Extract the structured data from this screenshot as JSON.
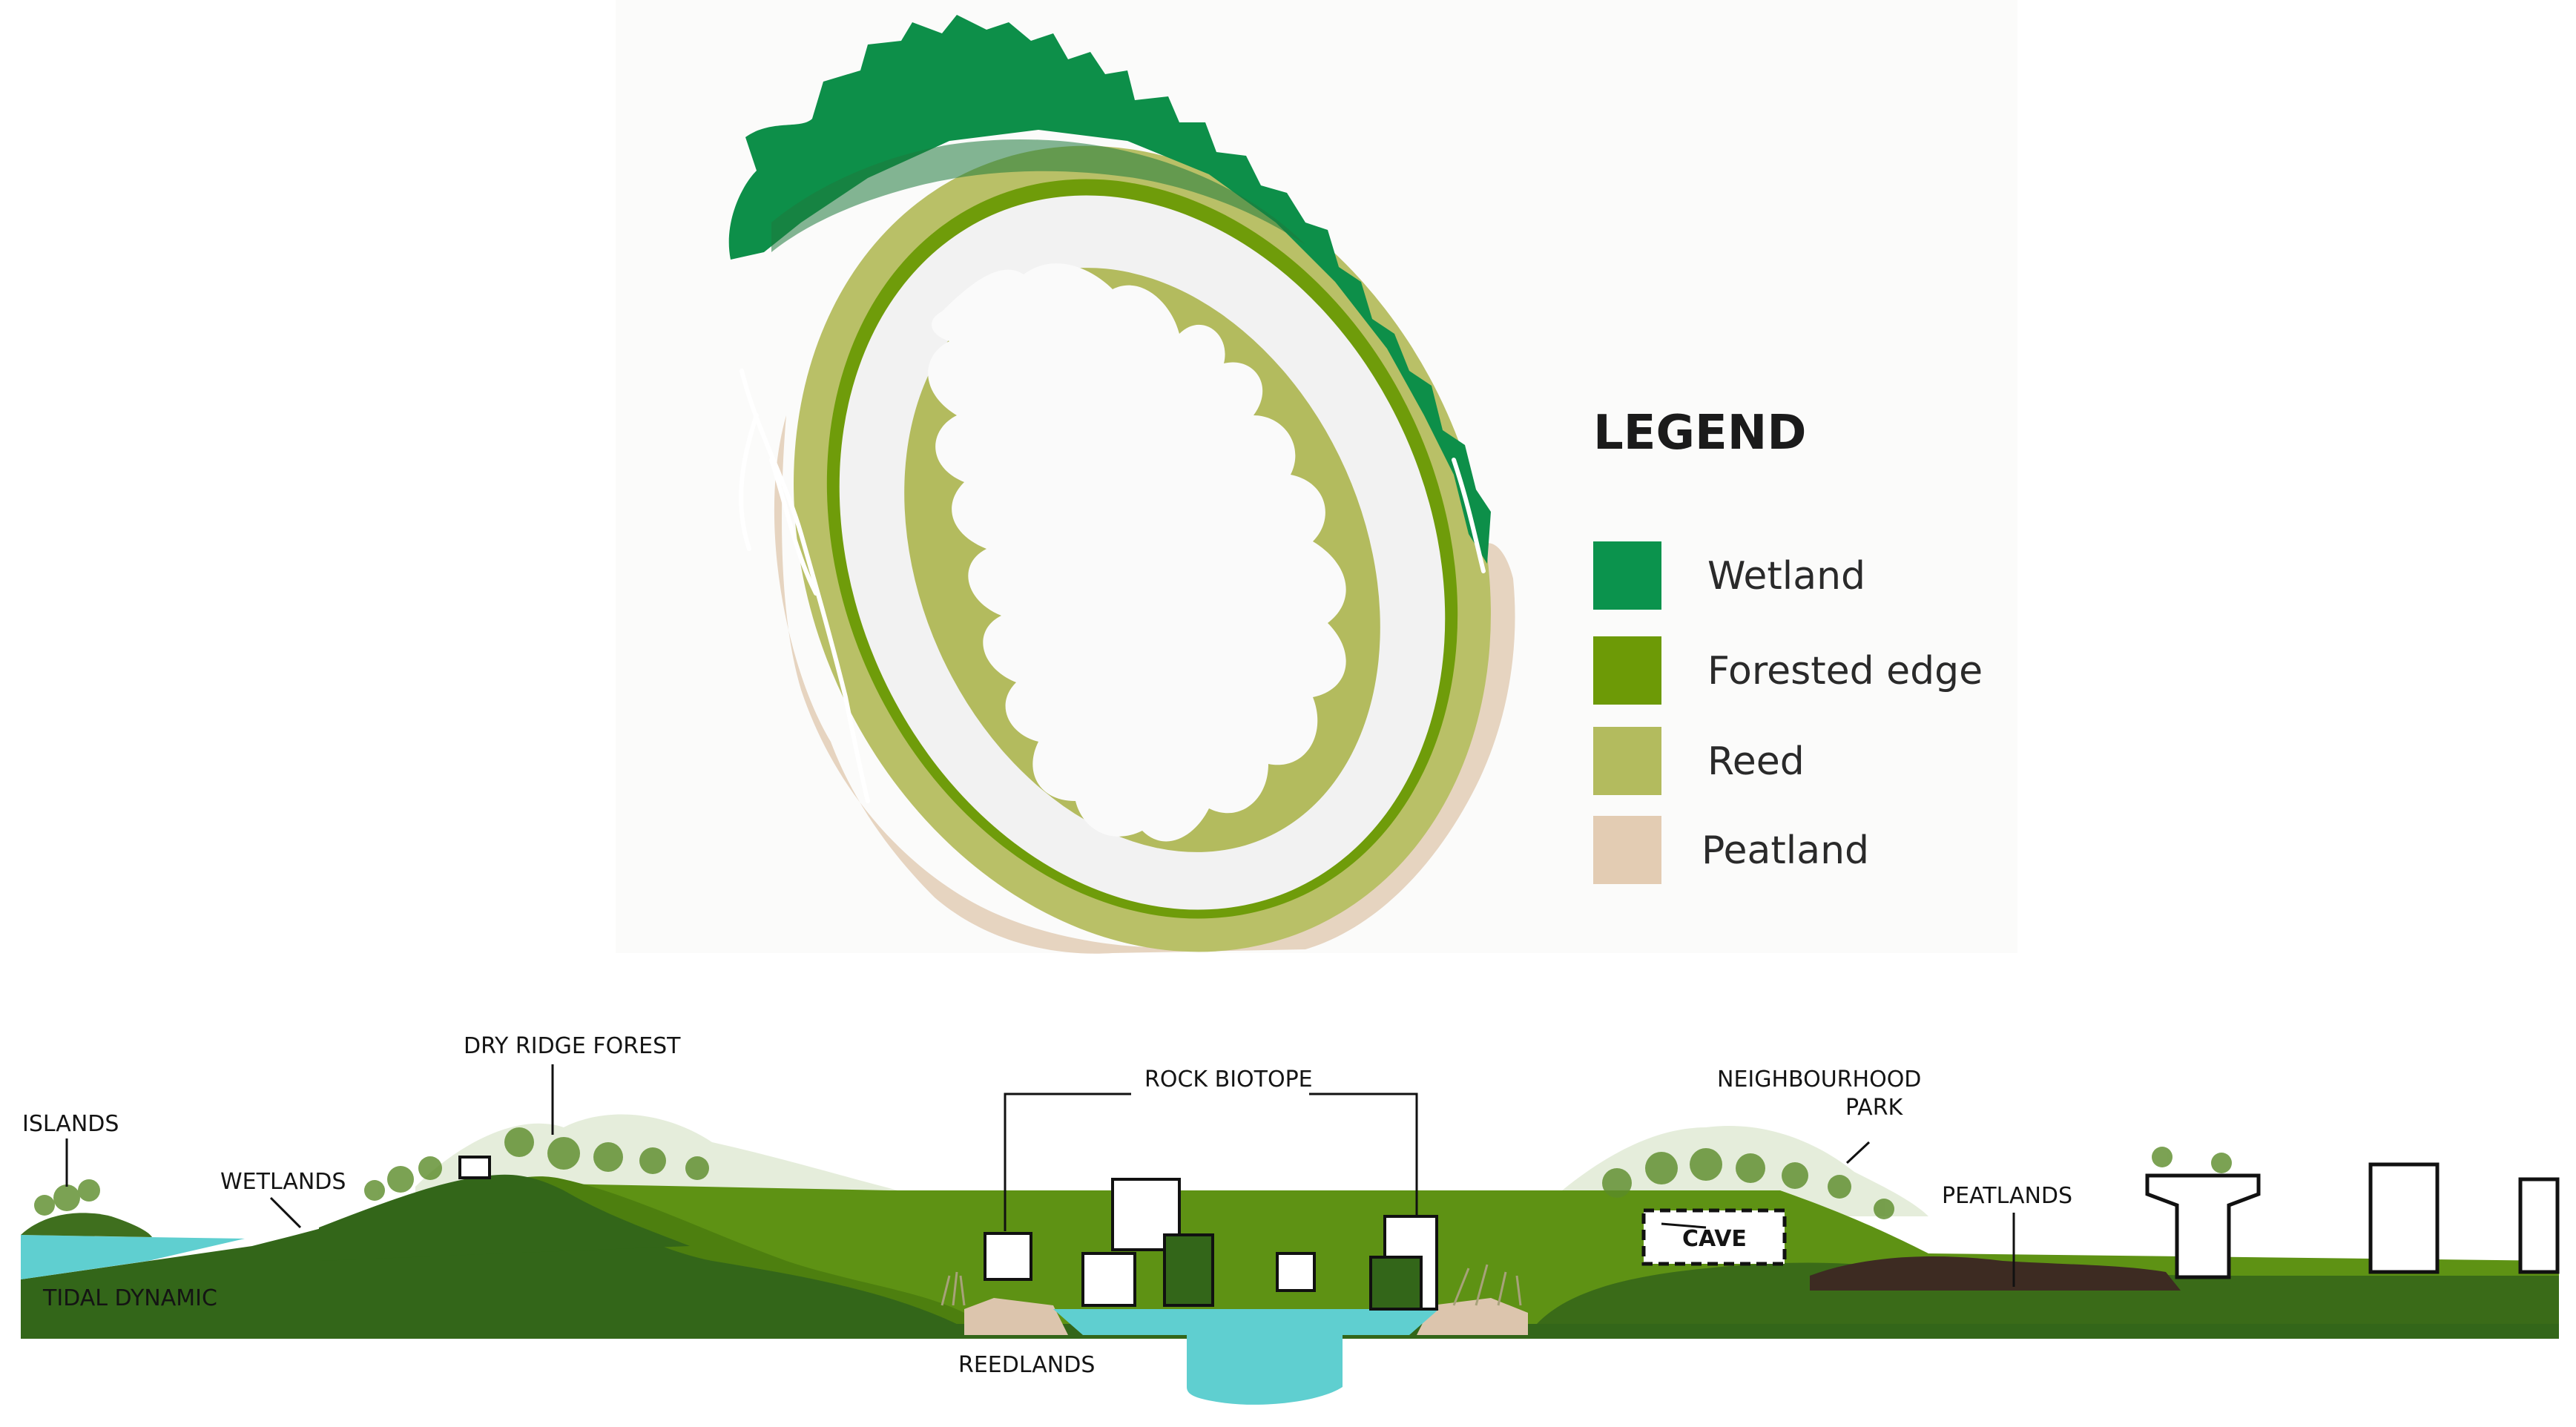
{
  "legend": {
    "title": "LEGEND",
    "items": [
      {
        "label": "Wetland",
        "color": "#0b934d"
      },
      {
        "label": "Forested edge",
        "color": "#6d9a06"
      },
      {
        "label": "Reed",
        "color": "#b3bb5e"
      },
      {
        "label": "Peatland",
        "color": "#e3ccb3"
      }
    ]
  },
  "section": {
    "labels": {
      "islands": "ISLANDS",
      "wetlands": "WETLANDS",
      "tidal_dynamic": "TIDAL DYNAMIC",
      "dry_ridge_forest": "DRY RIDGE FOREST",
      "rock_biotope": "ROCK BIOTOPE",
      "reedlands": "REEDLANDS",
      "cave": "CAVE",
      "neighbourhood_park_line1": "NEIGHBOURHOOD",
      "neighbourhood_park_line2": "PARK",
      "peatlands": "PEATLANDS"
    },
    "colors": {
      "ground_dark": "#336619",
      "ground_mid": "#4d7f0f",
      "ground_light": "#5e9214",
      "water": "#5fcfd0",
      "peat": "#3d2b22",
      "reed_bank": "#dcc5ad"
    }
  }
}
